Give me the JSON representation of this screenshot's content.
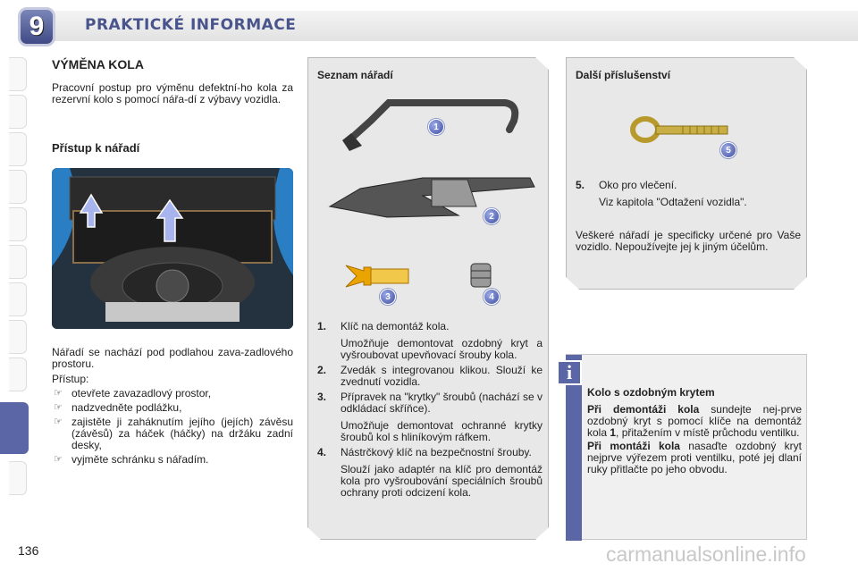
{
  "header": {
    "chapter_number": "9",
    "title": "PRAKTICKÉ INFORMACE"
  },
  "page_number": "136",
  "watermark": "carmanualsonline.info",
  "section": {
    "title": "VÝMĚNA KOLA",
    "intro": "Pracovní postup pro výměnu defektní-ho kola za rezervní kolo s pomocí nářa-dí z výbavy vozidla.",
    "access_title": "Přístup k nářadí",
    "location_text": "Nářadí se nachází pod podlahou zava-zadlového prostoru.",
    "access_label": "Přístup:",
    "steps": [
      "otevřete zavazadlový prostor,",
      "nadzvedněte podlážku,",
      "zajistěte ji zaháknutím jejího (jejích) závěsu (závěsů) za háček (háčky) na držáku zadní desky,",
      "vyjměte schránku s nářadím."
    ]
  },
  "tools_panel": {
    "title": "Seznam nářadí",
    "badges": [
      "1",
      "2",
      "3",
      "4"
    ],
    "items": [
      {
        "num": "1.",
        "name": "Klíč na demontáž kola.",
        "desc": "Umožňuje demontovat ozdobný kryt a vyšroubovat upevňovací šrouby kola."
      },
      {
        "num": "2.",
        "name": "Zvedák s integrovanou klikou. Slouží ke zvednutí vozidla.",
        "desc": ""
      },
      {
        "num": "3.",
        "name": "Přípravek na \"krytky\" šroubů (nachází se v odkládací skříňce).",
        "desc": "Umožňuje demontovat ochranné krytky šroubů kol s hliníkovým ráfkem."
      },
      {
        "num": "4.",
        "name": "Nástrčkový klíč na bezpečnostní šrouby.",
        "desc": "Slouží jako adaptér na klíč pro demontáž kola pro vyšroubování speciálních šroubů ochrany proti odcizení kola."
      }
    ]
  },
  "extra_panel": {
    "title": "Další příslušenství",
    "badge": "5",
    "item_num": "5.",
    "item_name": "Oko pro vlečení.",
    "item_ref": "Viz kapitola \"Odtažení vozidla\".",
    "note": "Veškeré nářadí je specificky určené pro Vaše vozidlo. Nepoužívejte jej k jiným účelům."
  },
  "info_box": {
    "icon": "i",
    "title": "Kolo s ozdobným krytem",
    "p1_bold": "Při demontáži kola",
    "p1_a": " sundejte nej-prve ozdobný kryt s pomocí klíče na demontáž kola ",
    "p1_num": "1",
    "p1_b": ", přitažením v místě průchodu ventilku.",
    "p2_bold": "Při montáži kola",
    "p2": " nasaďte ozdobný kryt nejprve výřezem proti ventilku, poté jej dlaní ruky přitlačte po jeho obvodu."
  },
  "colors": {
    "accent": "#5a66a6",
    "panel_bg": "#e8e8e8",
    "title_blue": "#4a548c"
  }
}
